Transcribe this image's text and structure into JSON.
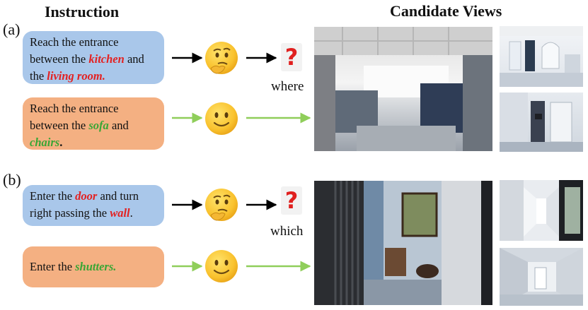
{
  "headings": {
    "instruction": "Instruction",
    "candidate_views": "Candidate Views"
  },
  "panels": [
    {
      "label": "(a)",
      "ambiguous": {
        "pre": "Reach the entrance between the ",
        "h1": "kitchen",
        "mid": " and the ",
        "h2": "living room",
        "post": "."
      },
      "clear": {
        "pre": "Reach the entrance between the ",
        "h1": "sofa",
        "mid": " and ",
        "h2": "chairs",
        "post": "."
      },
      "question_word": "where"
    },
    {
      "label": "(b)",
      "ambiguous": {
        "pre": "Enter the ",
        "h1": "door",
        "mid": " and turn right passing the ",
        "h2": "wall",
        "post": "."
      },
      "clear": {
        "pre": "Enter the ",
        "h1": "shutters",
        "post": "."
      },
      "question_word": "which"
    }
  ],
  "icons": {
    "thinking": "thinking-face-icon",
    "smiling": "slightly-smiling-face-icon",
    "question": "question-mark-icon"
  },
  "colors": {
    "ambiguous_box": "#a9c7ea",
    "clear_box": "#f4b082",
    "highlight_red": "#e32222",
    "highlight_green": "#3aa635",
    "arrow_black": "#000000",
    "arrow_green": "#8fce5a"
  }
}
